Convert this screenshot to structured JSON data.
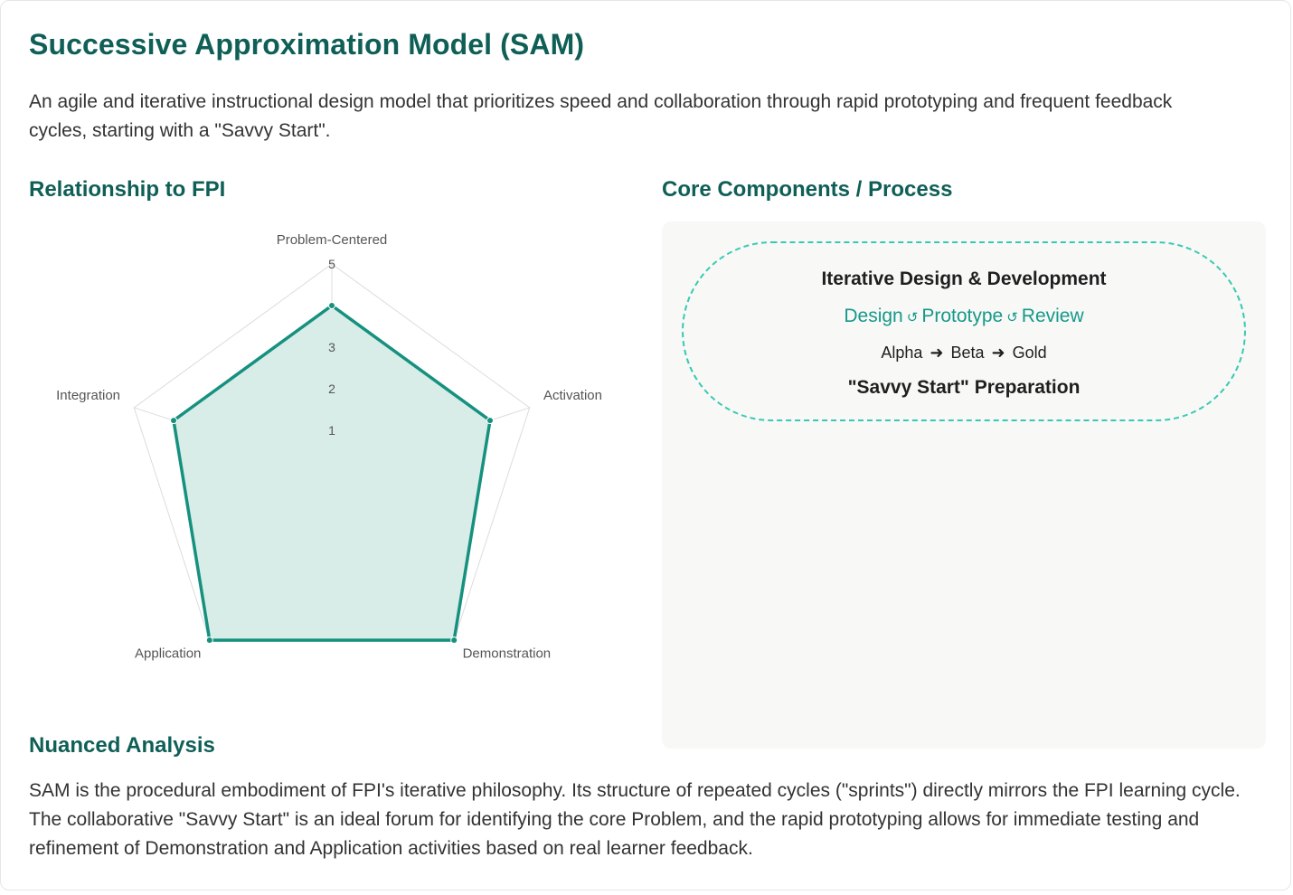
{
  "header": {
    "title": "Successive Approximation Model (SAM)",
    "intro": "An agile and iterative instructional design model that prioritizes speed and collaboration through rapid prototyping and frequent feedback cycles, starting with a \"Savvy Start\"."
  },
  "sections": {
    "fpi_title": "Relationship to FPI",
    "core_title": "Core Components / Process",
    "analysis_title": "Nuanced Analysis"
  },
  "chart_data": {
    "type": "radar",
    "categories": [
      "Problem-Centered",
      "Activation",
      "Demonstration",
      "Application",
      "Integration"
    ],
    "series": [
      {
        "values": [
          4,
          4,
          5,
          5,
          4
        ]
      }
    ],
    "rlim": [
      0,
      5
    ],
    "ticks": [
      "1",
      "2",
      "3",
      "",
      "5"
    ],
    "grid": true,
    "legend": "none",
    "colors": {
      "line": "#16917f",
      "fill": "#d6ece7",
      "grid": "#dcdcdc"
    }
  },
  "process": {
    "title": "Iterative Design & Development",
    "steps": [
      "Design",
      "Prototype",
      "Review"
    ],
    "loop_glyph": "↺",
    "releases": [
      "Alpha",
      "Beta",
      "Gold"
    ],
    "arrow_glyph": "➜",
    "prep": "\"Savvy Start\" Preparation"
  },
  "analysis": {
    "text": "SAM is the procedural embodiment of FPI's iterative philosophy. Its structure of repeated cycles (\"sprints\") directly mirrors the FPI learning cycle. The collaborative \"Savvy Start\" is an ideal forum for identifying the core Problem, and the rapid prototyping allows for immediate testing and refinement of Demonstration and Application activities based on real learner feedback."
  }
}
